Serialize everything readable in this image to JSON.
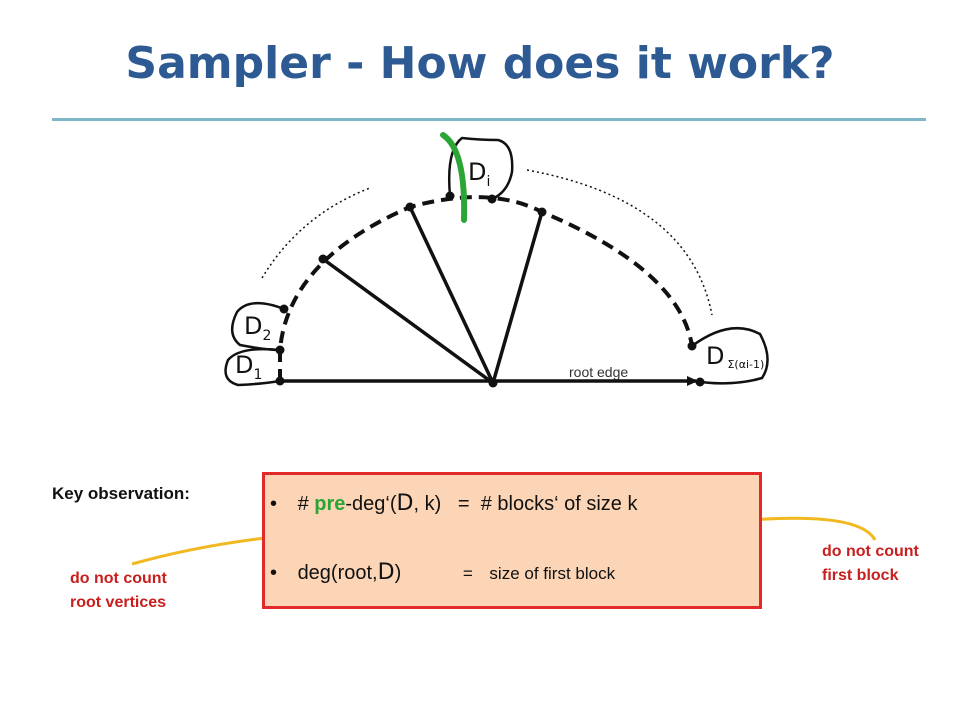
{
  "title": "Sampler - How does it work?",
  "diagram": {
    "top_block": {
      "letter": "D",
      "sub": "i"
    },
    "block_two": {
      "letter": "D",
      "sub": "2"
    },
    "block_one": {
      "letter": "D",
      "sub": "1"
    },
    "last_block": {
      "letter": "D",
      "sub": "Σ(αi-1)"
    },
    "root_edge_label": "root edge"
  },
  "observation": {
    "heading": "Key observation:",
    "line1": {
      "bullet": "•",
      "hash": "#",
      "pre": "pre",
      "deg": "-deg‘(",
      "sym": "D",
      "rest": ", k)",
      "eq": "=",
      "rhs": "# blocks‘ of size k"
    },
    "line2": {
      "bullet": "•",
      "lhs": "deg(root,",
      "sym": "D",
      "close": ")",
      "eq": "=",
      "rhs": "size of first block"
    }
  },
  "notes": {
    "left_line1": "do not count",
    "left_line2": "root vertices",
    "right_line1": "do not count",
    "right_line2": "first block"
  },
  "colors": {
    "title": "#2e5a93",
    "rule": "#7fb6c8",
    "box_fill": "#fbd5b5",
    "box_border": "#e22a2a",
    "highlight_green": "#2aa536",
    "arrow_yellow": "#f2b81f",
    "note_red": "#c81e1e"
  }
}
